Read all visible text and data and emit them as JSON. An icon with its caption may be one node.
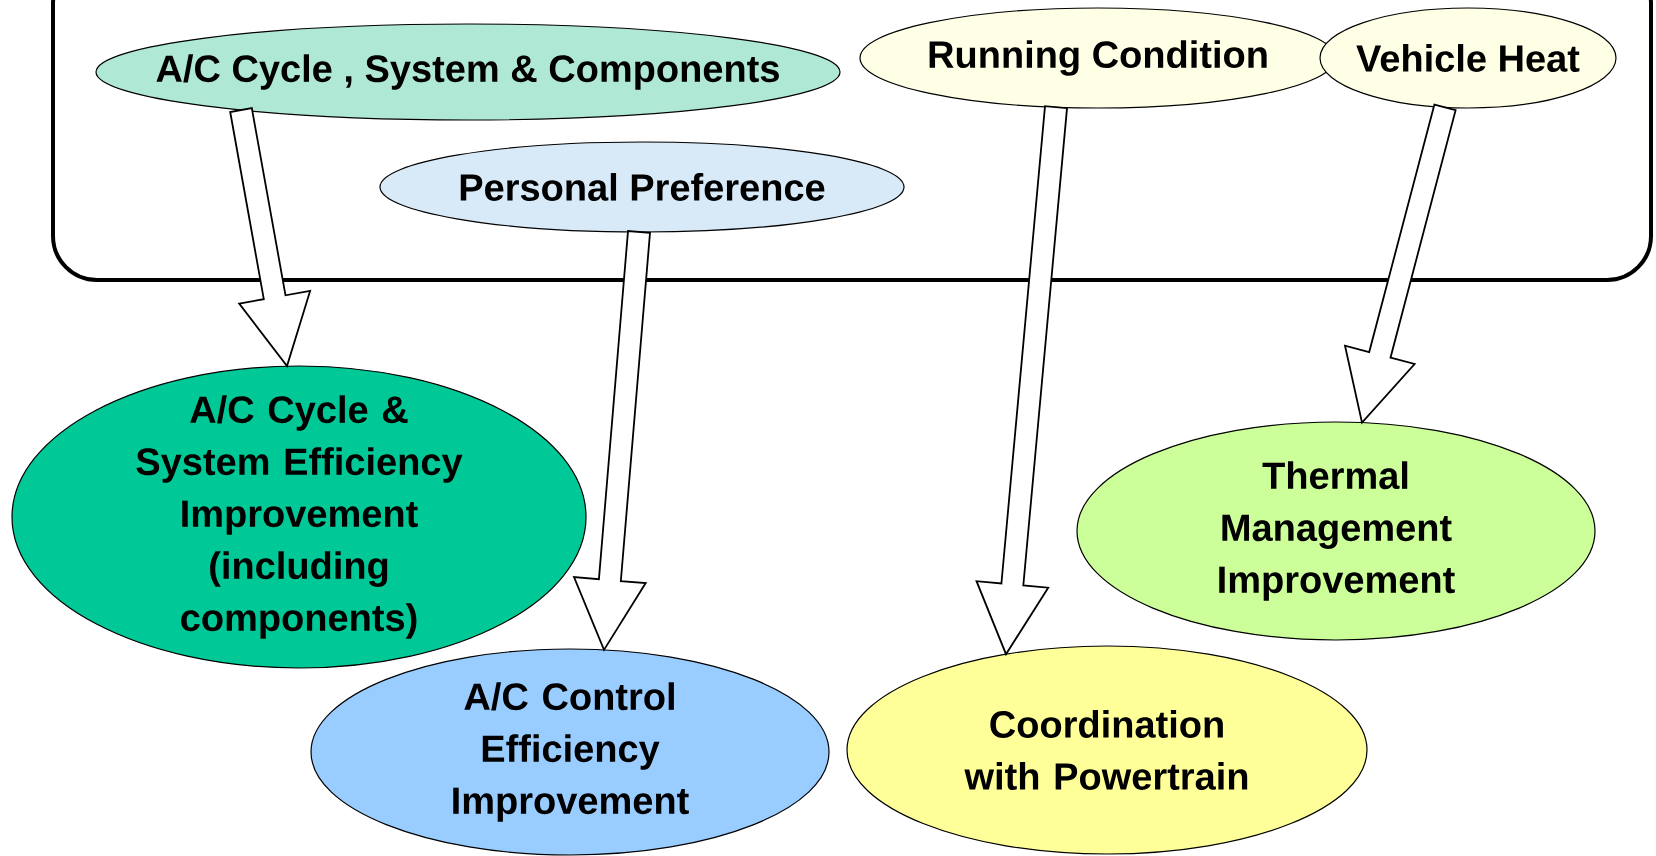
{
  "diagram": {
    "nodes": [
      {
        "text": [
          "A/C Cycle , System & Components"
        ]
      },
      {
        "text": [
          "Running Condition"
        ]
      },
      {
        "text": [
          "Vehicle Heat"
        ]
      },
      {
        "text": [
          "Personal Preference"
        ]
      },
      {
        "text": [
          "A/C Cycle & System Efficiency Improvement (including components)"
        ]
      },
      {
        "text": [
          "A/C Control Efficiency Improvement"
        ]
      },
      {
        "text": [
          "Coordination with Powertrain"
        ]
      },
      {
        "text": [
          "Thermal Management Improvement"
        ]
      }
    ],
    "edges": [
      {
        "from": 0,
        "to": 4,
        "arrow": "to"
      },
      {
        "from": 3,
        "to": 5,
        "arrow": "to"
      },
      {
        "from": 1,
        "to": 6,
        "arrow": "to"
      },
      {
        "from": 2,
        "to": 7,
        "arrow": "to"
      }
    ]
  }
}
